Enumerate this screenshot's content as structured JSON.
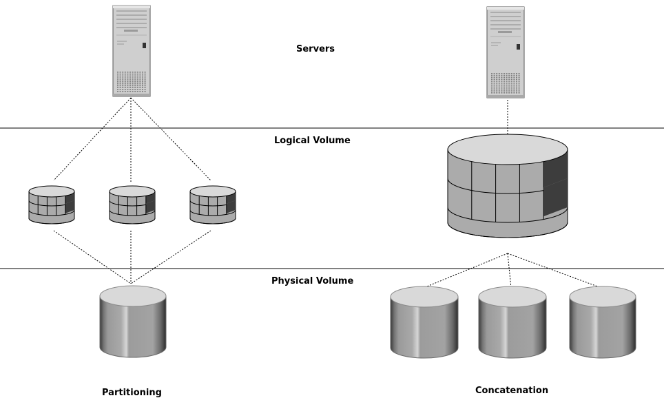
{
  "labels": {
    "servers": "Servers",
    "logical_volume": "Logical Volume",
    "physical_volume": "Physical Volume",
    "partitioning": "Partitioning",
    "concatenation": "Concatenation"
  },
  "icons": {
    "server": "server-tower-icon",
    "small_volume": "striped-logical-volume-icon",
    "large_volume": "striped-logical-volume-icon",
    "disk": "disk-cylinder-icon"
  },
  "colors": {
    "line": "#000000",
    "disk_top": "#d9d9d9",
    "disk_body": "#a6a6a6",
    "disk_dark": "#4d4d4d",
    "server_body": "#cfcfcf",
    "stripe_dark": "#404040"
  }
}
